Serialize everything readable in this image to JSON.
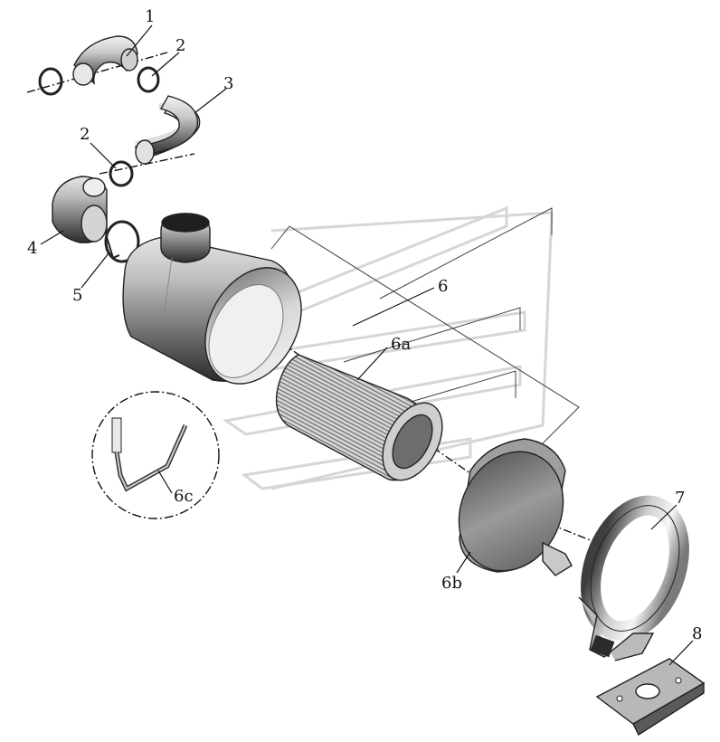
{
  "labels": {
    "l1": "1",
    "l2a": "2",
    "l2b": "2",
    "l3": "3",
    "l4": "4",
    "l5": "5",
    "l6": "6",
    "l6a": "6a",
    "l6b": "6b",
    "l6c": "6c",
    "l7": "7",
    "l8": "8"
  }
}
